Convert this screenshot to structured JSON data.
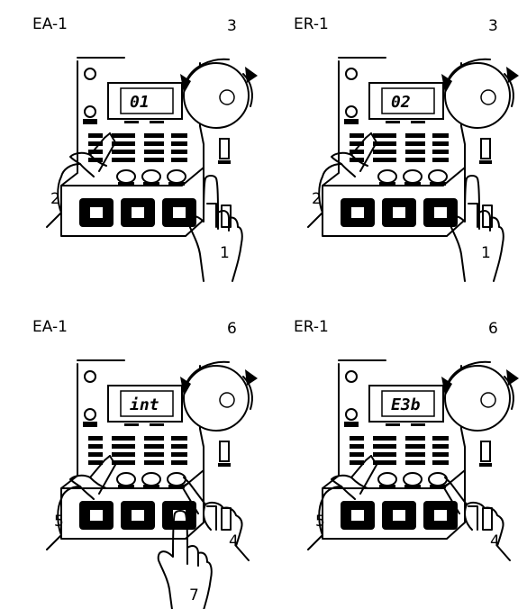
{
  "panels": [
    {
      "device_label": "EA-1",
      "display_text": "01",
      "step_labels": [
        "3",
        "2",
        "1"
      ],
      "step_keys": [
        "knob",
        "left",
        "right"
      ]
    },
    {
      "device_label": "ER-1",
      "display_text": "02",
      "step_labels": [
        "3",
        "2",
        "1"
      ],
      "step_keys": [
        "knob",
        "left",
        "right"
      ]
    },
    {
      "device_label": "EA-1",
      "display_text": "int",
      "step_labels": [
        "6",
        "5",
        "4",
        "7"
      ],
      "step_keys": [
        "knob",
        "left",
        "mid",
        "bottom"
      ]
    },
    {
      "device_label": "ER-1",
      "display_text": "E3b",
      "step_labels": [
        "6",
        "5",
        "4"
      ],
      "step_keys": [
        "knob",
        "left",
        "mid"
      ]
    }
  ]
}
